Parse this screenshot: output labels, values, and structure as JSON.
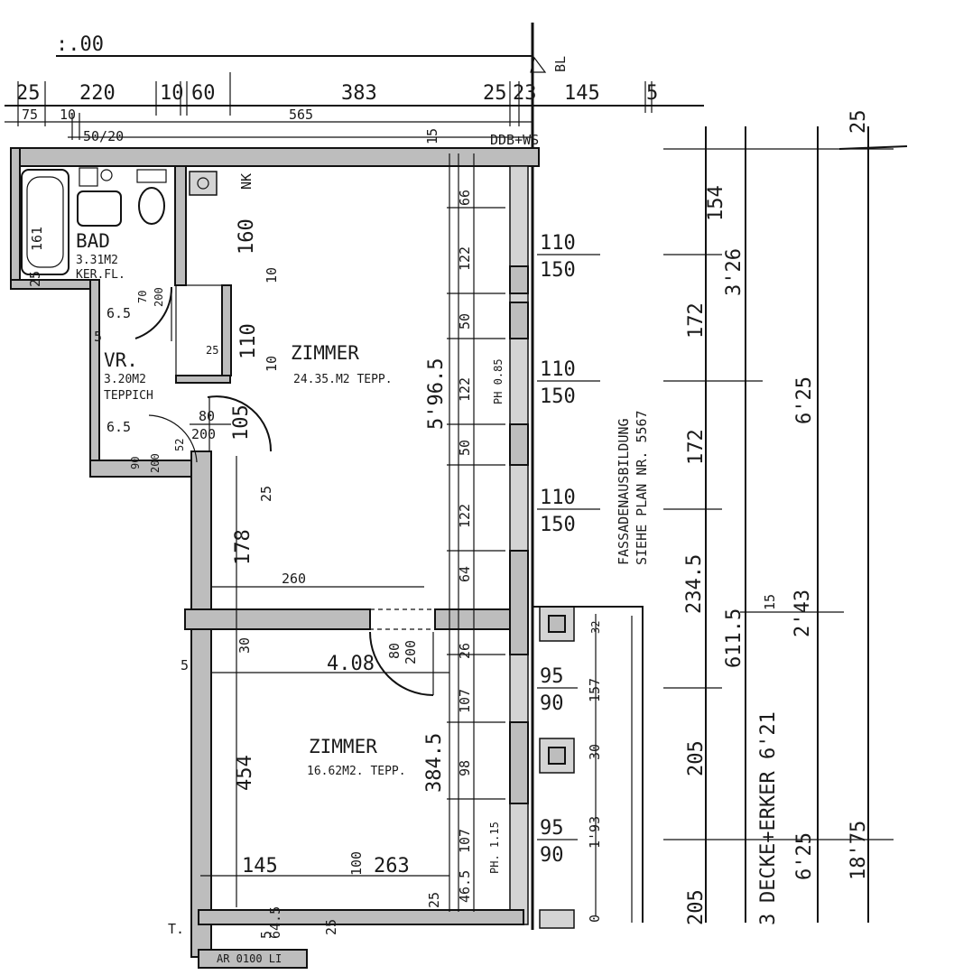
{
  "title_fragment": ":.00",
  "bl_label": "BL",
  "ddb_label": "DDB+WS",
  "rooms": {
    "bad": {
      "name": "BAD",
      "area": "3.31M2",
      "floor": "KER.FL."
    },
    "vr": {
      "name": "VR.",
      "area": "3.20M2",
      "floor": "TEPPICH"
    },
    "zimmer1": {
      "name": "ZIMMER",
      "area": "24.35.M2  TEPP."
    },
    "zimmer2": {
      "name": "ZIMMER",
      "area": "16.62M2. TEPP."
    }
  },
  "nk_label": "NK",
  "ph1": "PH 0.85",
  "ph2": "PH. 1.15",
  "facade_note": [
    "FASSADENAUSBILDUNG",
    "SIEHE PLAN NR. 5567"
  ],
  "decke_label": "DECKE+ERKER  6'21",
  "top_dims": [
    "25",
    "220",
    "10",
    "60",
    "383",
    "25",
    "23",
    "145",
    "5"
  ],
  "second_dims": [
    "75",
    "10",
    "565"
  ],
  "misc_top": [
    "50/20",
    "15",
    "25"
  ],
  "window_dims": [
    "110",
    "150",
    "110",
    "150",
    "110",
    "150",
    "95",
    "90",
    "95",
    "90"
  ],
  "inner_vertical": [
    "66",
    "122",
    "50",
    "122",
    "50",
    "122",
    "64",
    "26",
    "107",
    "98",
    "107",
    "46.5"
  ],
  "zimmer_dims": [
    "5'96.5",
    "260",
    "4.08",
    "384.5",
    "178",
    "454",
    "145",
    "263",
    "100",
    "25",
    "25",
    "30"
  ],
  "bad_dims": [
    "161",
    "25",
    "160",
    "10",
    "10",
    "110",
    "25"
  ],
  "vr_dims": [
    "6.5",
    "5",
    "70",
    "200",
    "6.5",
    "90",
    "200",
    "52",
    "80",
    "200",
    "105",
    "80",
    "200"
  ],
  "right_dims": [
    "154",
    "3'26",
    "172",
    "172",
    "6'25",
    "234.5",
    "611.5",
    "205",
    "205",
    "6'25",
    "18'75",
    "15",
    "2'43",
    "3"
  ],
  "erker_dims": [
    "32",
    "157",
    "30",
    "1'93",
    "0"
  ],
  "bottom_marks": [
    "T.",
    "5",
    "5",
    "64.5",
    "25",
    "AR 0100 LI"
  ]
}
